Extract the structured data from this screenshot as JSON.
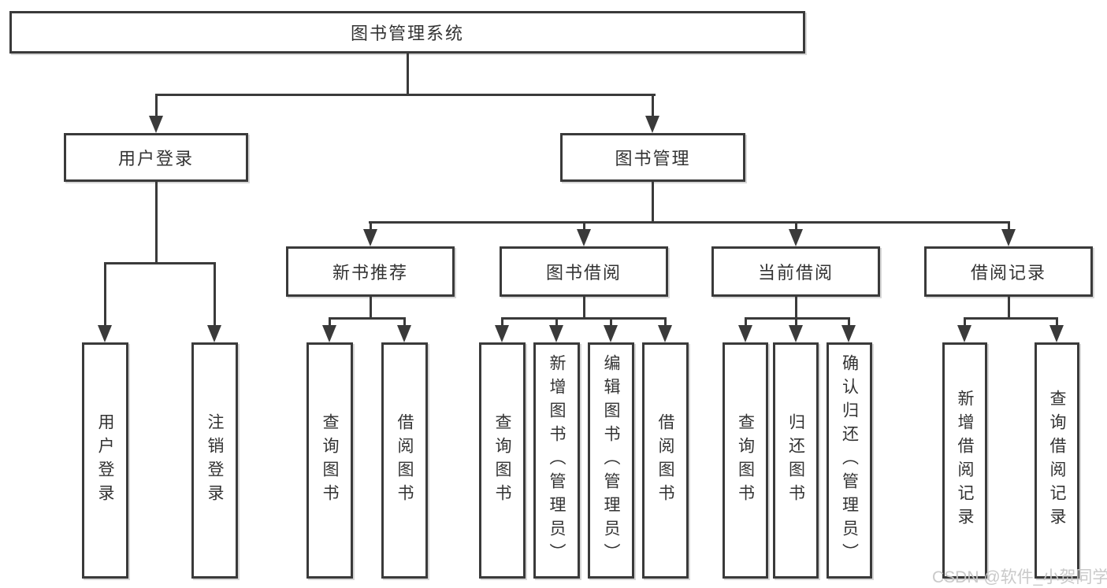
{
  "diagram": {
    "root": "图书管理系统",
    "branches": {
      "login": "用户登录",
      "mgmt": "图书管理"
    },
    "login_children": [
      "用户登录",
      "注销登录"
    ],
    "mgmt_children": [
      "新书推荐",
      "图书借阅",
      "当前借阅",
      "借阅记录"
    ],
    "recommend_children": [
      "查询图书",
      "借阅图书"
    ],
    "borrow_children": [
      "查询图书",
      "新增图书（管理员）",
      "编辑图书（管理员）",
      "借阅图书"
    ],
    "current_children": [
      "查询图书",
      "归还图书",
      "确认归还（管理员）"
    ],
    "record_children": [
      "新增借阅记录",
      "查询借阅记录"
    ]
  },
  "watermark": "CSDN @软件_小贺同学",
  "colors": {
    "line": "#3a3a3a",
    "text": "#333333",
    "watermark": "#c6c6c6",
    "background": "#ffffff"
  }
}
